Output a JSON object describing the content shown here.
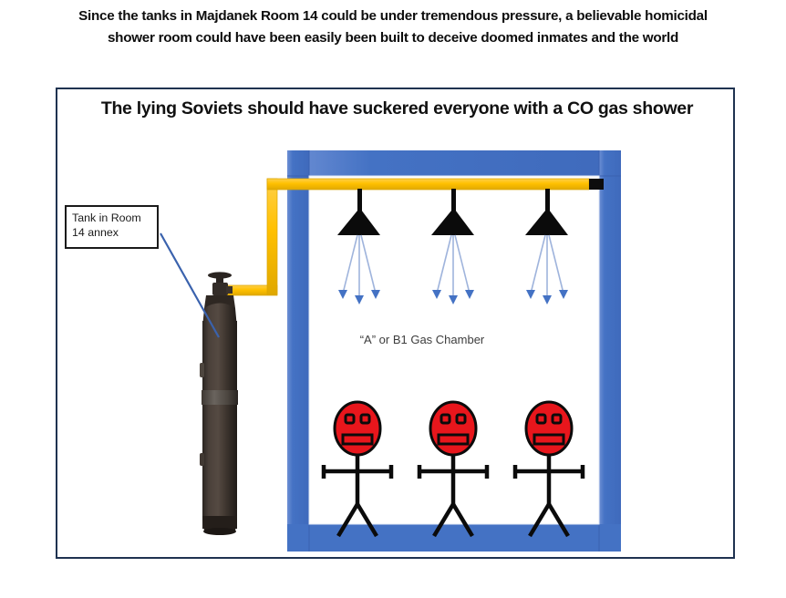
{
  "caption": {
    "line1": "Since the tanks in Majdanek Room 14 could be under tremendous pressure, a believable homicidal",
    "line2": "shower room could have been easily been built to deceive doomed inmates and the world"
  },
  "panel": {
    "title": "The lying Soviets should have suckered everyone with a CO gas shower",
    "border_color": "#1f3250"
  },
  "callout": {
    "line1": "Tank in Room",
    "line2": "14 annex",
    "leader_color": "#3a62ad"
  },
  "chamber": {
    "label": "“A” or B1 Gas Chamber",
    "wall_color": "#4472c4",
    "wall_shade": "#3d66b8",
    "interior_color": "#ffffff"
  },
  "piping": {
    "color": "#ffc000",
    "edge_color": "#d9a400",
    "cap_color": "#0d0d0d",
    "label": "gas-supply-pipe"
  },
  "showerheads": {
    "count": 3,
    "cone_color": "#0b0b0b",
    "stem_color": "#0b0b0b",
    "spray_color": "#9fb4dc",
    "spray_head_color": "#4472c4"
  },
  "figures": {
    "count": 3,
    "head_fill": "#e8161c",
    "head_stroke": "#0b0b0b",
    "body_color": "#0b0b0b"
  },
  "tank": {
    "name": "co-gas-cylinder",
    "body_color": "#3b332e",
    "body_dark": "#241e1a",
    "band_color": "#5b5550",
    "valve_color": "#2a2421"
  }
}
